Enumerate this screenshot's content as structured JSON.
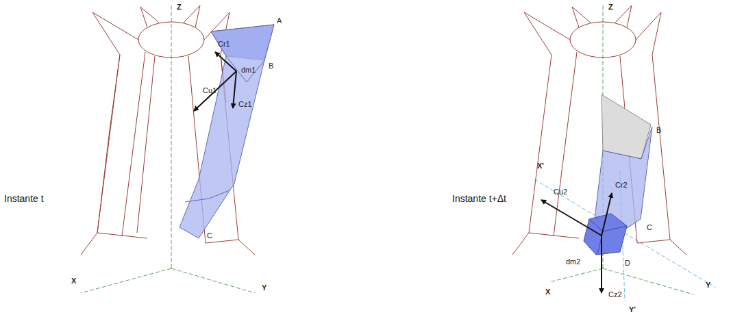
{
  "diagram": {
    "labels": [
      "Z",
      "A",
      "Cr1",
      "dm1",
      "B",
      "Cu1",
      "Cz1",
      "C",
      "Instante t",
      "X",
      "Y",
      "Z",
      "X'",
      "Cu2",
      "Cr2",
      "B",
      "C",
      "dm2",
      "D",
      "Cz2",
      "X",
      "Y",
      "Y'",
      "Instante t+Δt"
    ]
  }
}
